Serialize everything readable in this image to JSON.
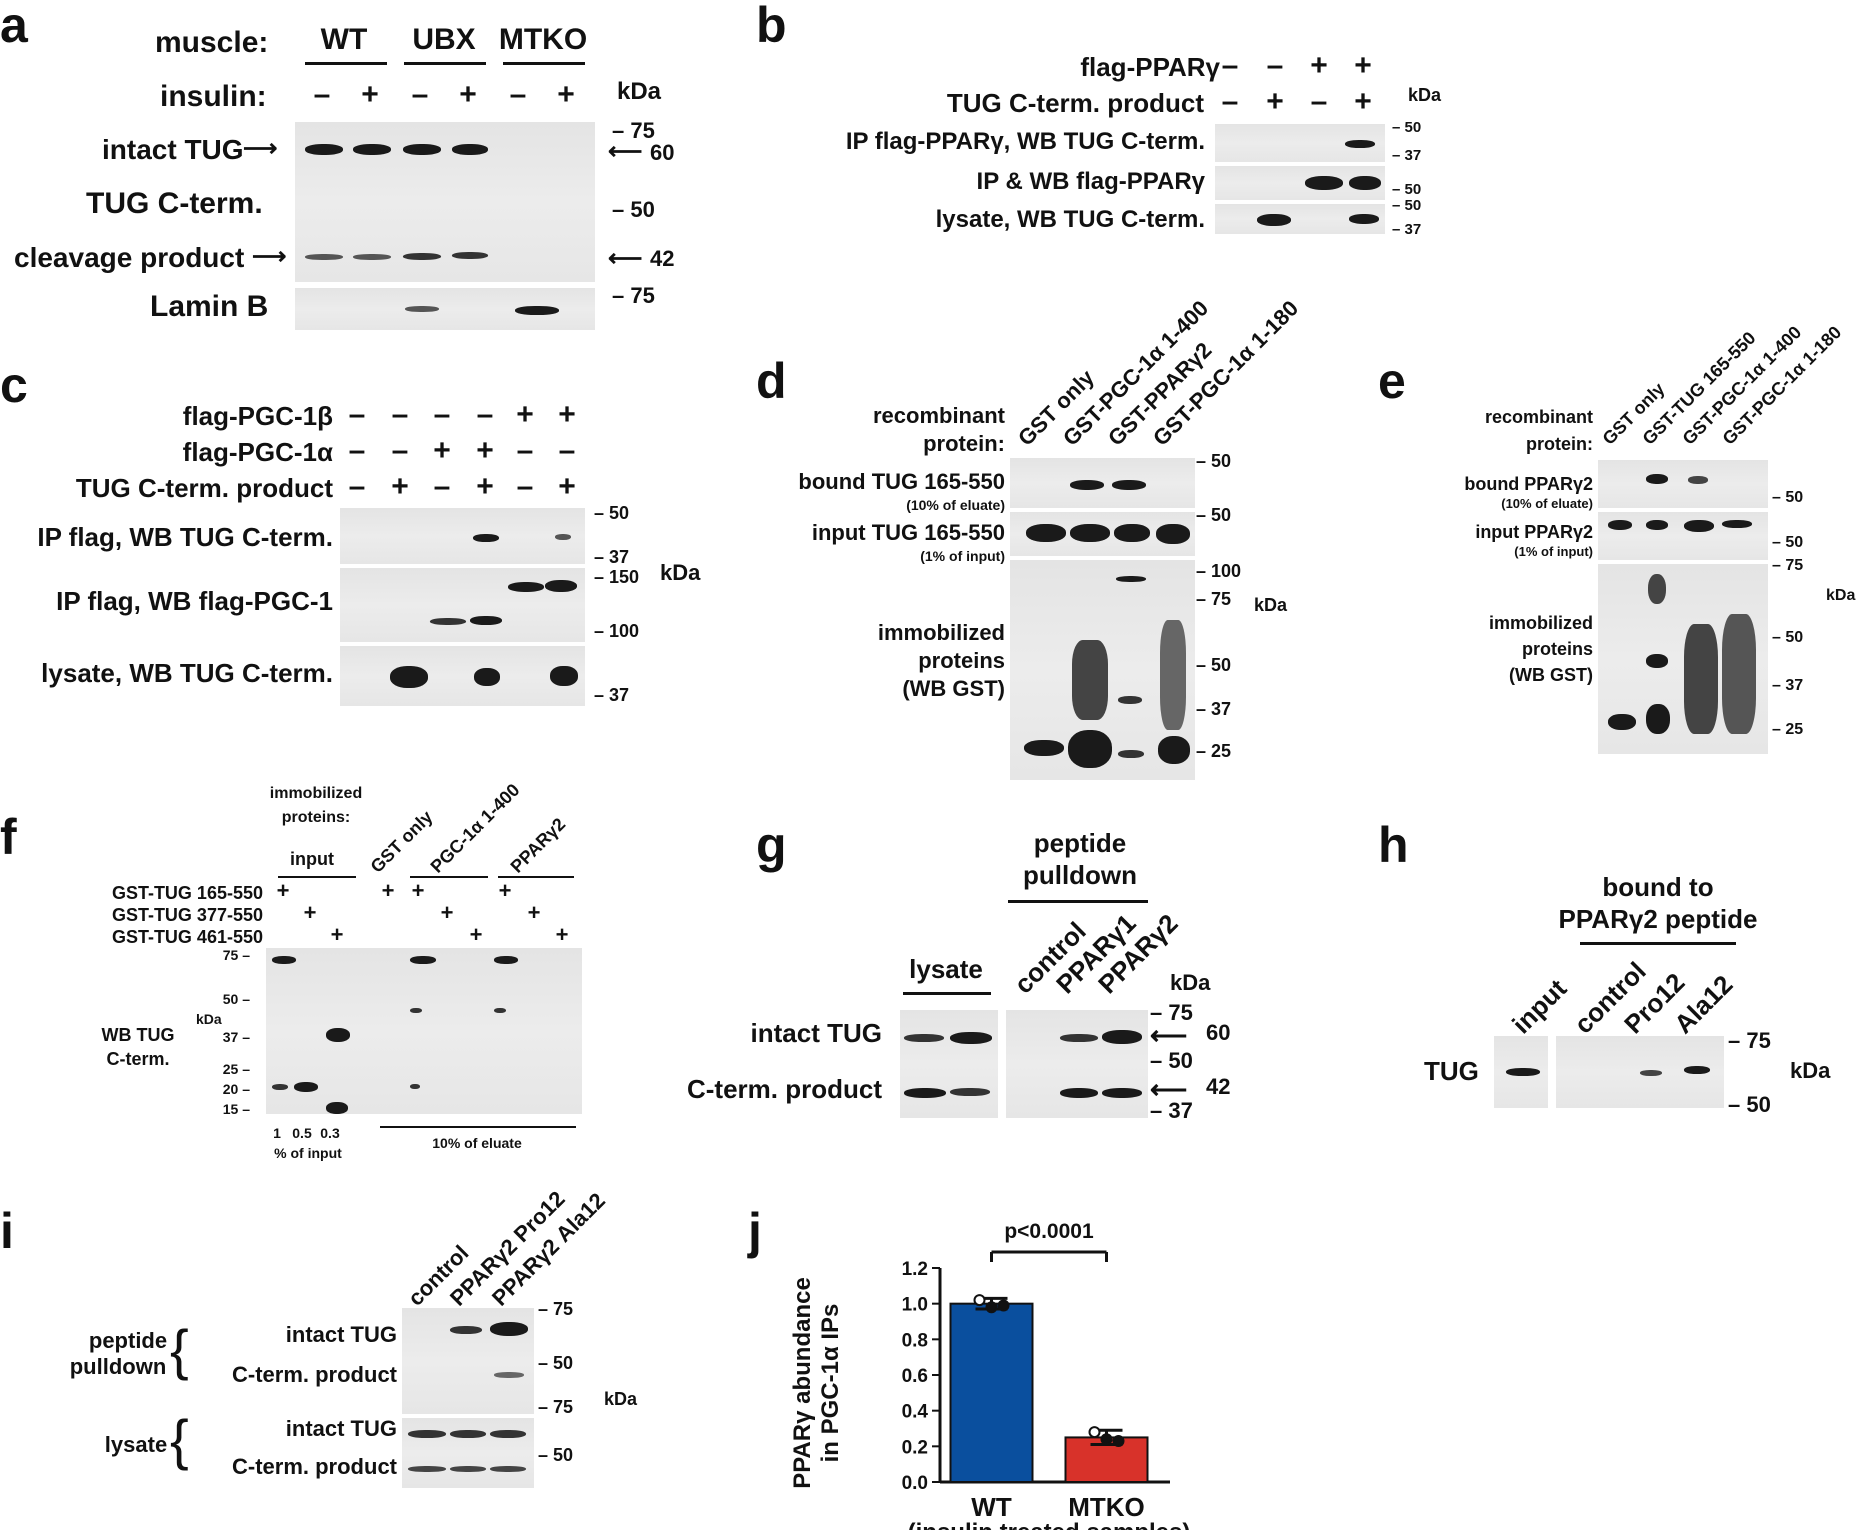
{
  "panels": {
    "a": {
      "letter": "a",
      "muscle_label": "muscle:",
      "insulin_label": "insulin:",
      "groups": [
        "WT",
        "UBX",
        "MTKO"
      ],
      "insulin_signs": [
        "–",
        "+",
        "–",
        "+",
        "–",
        "+"
      ],
      "kda": "kDa",
      "rows": [
        "intact TUG",
        "TUG C-term.",
        "cleavage product",
        "Lamin B"
      ],
      "markers": [
        "– 75",
        "60",
        "– 50",
        "42",
        "– 75"
      ]
    },
    "b": {
      "letter": "b",
      "rows_top": [
        {
          "label": "flag-PPARγ",
          "signs": [
            "–",
            "–",
            "+",
            "+"
          ]
        },
        {
          "label": "TUG C-term. product",
          "signs": [
            "–",
            "+",
            "–",
            "+"
          ]
        }
      ],
      "kda": "kDa",
      "blot_rows": [
        "IP flag-PPARγ, WB TUG C-term.",
        "IP & WB flag-PPARγ",
        "lysate, WB TUG C-term."
      ],
      "markers": [
        "– 50",
        "– 37",
        "– 50",
        "– 50",
        "– 37"
      ]
    },
    "c": {
      "letter": "c",
      "rows_top": [
        {
          "label": "flag-PGC-1β",
          "signs": [
            "–",
            "–",
            "–",
            "–",
            "+",
            "+"
          ]
        },
        {
          "label": "flag-PGC-1α",
          "signs": [
            "–",
            "–",
            "+",
            "+",
            "–",
            "–"
          ]
        },
        {
          "label": "TUG C-term. product",
          "signs": [
            "–",
            "+",
            "–",
            "+",
            "–",
            "+"
          ]
        }
      ],
      "blot_rows": [
        "IP flag, WB TUG C-term.",
        "IP flag, WB flag-PGC-1",
        "lysate, WB TUG C-term."
      ],
      "markers": [
        "– 50",
        "– 37",
        "– 150",
        "– 100",
        "– 37"
      ],
      "kda": "kDa"
    },
    "d": {
      "letter": "d",
      "recombinant": [
        "recombinant",
        "protein:"
      ],
      "lanes": [
        "GST only",
        "GST-PGC-1α 1-400",
        "GST-PPARγ2",
        "GST-PGC-1α 1-180"
      ],
      "bound": [
        "bound TUG 165-550",
        "(10% of eluate)"
      ],
      "input": [
        "input TUG 165-550",
        "(1% of input)"
      ],
      "immobilized": [
        "immobilized",
        "proteins",
        "(WB GST)"
      ],
      "markers": [
        "– 50",
        "– 50",
        "– 100",
        "– 75",
        "– 50",
        "– 37",
        "– 25"
      ],
      "kda": "kDa"
    },
    "e": {
      "letter": "e",
      "recombinant": [
        "recombinant",
        "protein:"
      ],
      "lanes": [
        "GST only",
        "GST-TUG 165-550",
        "GST-PGC-1α 1-400",
        "GST-PGC-1α 1-180"
      ],
      "bound": [
        "bound PPARγ2",
        "(10% of eluate)"
      ],
      "input": [
        "input PPARγ2",
        "(1% of input)"
      ],
      "immobilized": [
        "immobilized",
        "proteins",
        "(WB GST)"
      ],
      "markers": [
        "– 50",
        "– 50",
        "– 75",
        "– 50",
        "– 37",
        "– 25"
      ],
      "kda": "kDa"
    },
    "f": {
      "letter": "f",
      "immobilized": [
        "immobilized",
        "proteins:"
      ],
      "groups": [
        "input",
        "GST only",
        "PGC-1α 1-400",
        "PPARγ2"
      ],
      "rows": [
        "GST-TUG 165-550",
        "GST-TUG 377-550",
        "GST-TUG 461-550"
      ],
      "plus": "+",
      "markers": [
        "75 –",
        "50 –",
        "37 –",
        "25 –",
        "20 –",
        "15 –"
      ],
      "kda": "kDa",
      "wb": [
        "WB TUG",
        "C-term."
      ],
      "pct": [
        "1",
        "0.5",
        "0.3"
      ],
      "pct_label": "% of input",
      "eluate": "10% of eluate"
    },
    "g": {
      "letter": "g",
      "header": [
        "peptide",
        "pulldown"
      ],
      "lysate": "lysate",
      "lanes": [
        "control",
        "PPARγ1",
        "PPARγ2"
      ],
      "rows": [
        "intact TUG",
        "C-term. product"
      ],
      "kda": "kDa",
      "markers": [
        "– 75",
        "60",
        "– 50",
        "42",
        "– 37"
      ]
    },
    "h": {
      "letter": "h",
      "header": [
        "bound to",
        "PPARγ2 peptide"
      ],
      "lanes": [
        "input",
        "control",
        "Pro12",
        "Ala12"
      ],
      "row": "TUG",
      "kda": "kDa",
      "markers": [
        "– 75",
        "– 50"
      ]
    },
    "i": {
      "letter": "i",
      "lanes": [
        "control",
        "PPARγ2 Pro12",
        "PPARγ2 Ala12"
      ],
      "groups": [
        "peptide",
        "pulldown",
        "lysate"
      ],
      "rows": [
        "intact TUG",
        "C-term. product",
        "intact TUG",
        "C-term. product"
      ],
      "markers": [
        "– 75",
        "– 50",
        "– 75",
        "– 50"
      ],
      "kda": "kDa"
    },
    "j": {
      "letter": "j"
    }
  },
  "chart_data": {
    "type": "bar",
    "categories": [
      "WT",
      "MTKO"
    ],
    "values": [
      1.0,
      0.25
    ],
    "errors": [
      0.03,
      0.04
    ],
    "points": [
      [
        1.02,
        0.98,
        0.99
      ],
      [
        0.28,
        0.24,
        0.23
      ]
    ],
    "colors": [
      "#0a4f9e",
      "#d8322a"
    ],
    "ylabel": [
      "PPARγ abundance",
      "in PGC-1α IPs"
    ],
    "xlabel": "(insulin treated samples)",
    "ylim": [
      0,
      1.2
    ],
    "yticks": [
      "0.0",
      "0.2",
      "0.4",
      "0.6",
      "0.8",
      "1.0",
      "1.2"
    ],
    "annotation": "p<0.0001",
    "grid": false
  }
}
